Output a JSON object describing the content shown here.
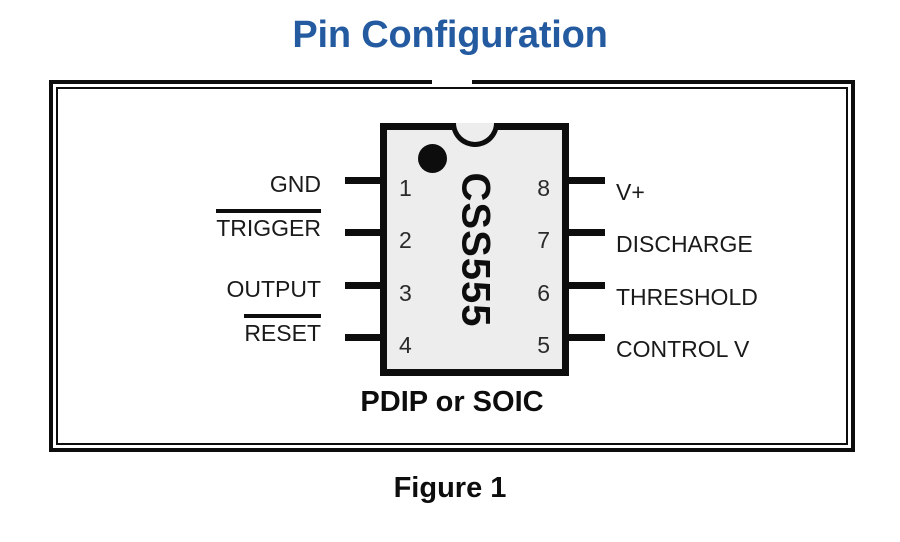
{
  "page": {
    "title": "Pin Configuration",
    "title_color": "#245aa0",
    "figure_caption": "Figure 1",
    "background_color": "#ffffff"
  },
  "diagram": {
    "chip": {
      "part_number": "CSS555",
      "package_caption": "PDIP or SOIC",
      "body_fill_color": "#ededed",
      "outline_color": "#0d0d0d",
      "pin1_marker": "pin1-dot",
      "notch_marker": "notch-semicircle"
    },
    "pins": {
      "left": [
        {
          "number": "1",
          "label": "GND",
          "overline": false
        },
        {
          "number": "2",
          "label": "TRIGGER",
          "overline": true
        },
        {
          "number": "3",
          "label": "OUTPUT",
          "overline": false
        },
        {
          "number": "4",
          "label": "RESET",
          "overline": true
        }
      ],
      "right": [
        {
          "number": "8",
          "label": "V+",
          "overline": false
        },
        {
          "number": "7",
          "label": "DISCHARGE",
          "overline": false
        },
        {
          "number": "6",
          "label": "THRESHOLD",
          "overline": false
        },
        {
          "number": "5",
          "label": "CONTROL V",
          "overline": false
        }
      ]
    }
  }
}
